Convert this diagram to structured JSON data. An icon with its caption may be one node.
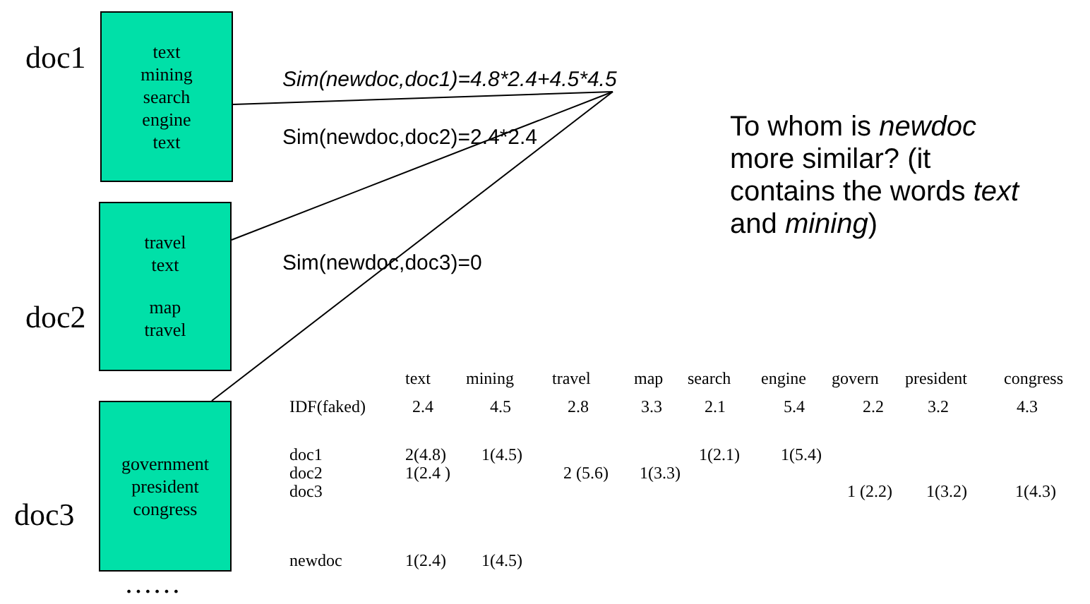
{
  "diagram": {
    "nodes": [
      {
        "text": [
          "text mining search engine text"
        ],
        "beside": [
          "doc1"
        ]
      },
      {
        "text": [
          "travel text",
          "map travel"
        ],
        "beside": [
          "doc2"
        ]
      },
      {
        "text": [
          "government president congress"
        ],
        "beside": [
          "doc3"
        ]
      },
      {
        "text": [
          "Sim(newdoc,doc1)=4.8*2.4+4.5*4.5"
        ]
      }
    ],
    "edges": [
      {
        "from": 0,
        "to": 3,
        "arrow": "none"
      },
      {
        "from": 1,
        "to": 3,
        "arrow": "none"
      },
      {
        "from": 2,
        "to": 3,
        "arrow": "none"
      }
    ],
    "labels": [
      "Sim(newdoc,doc2)=2.4*2.4",
      "Sim(newdoc,doc3)=0",
      "To whom is *newdoc* more similar? (it contains the words *text* and *mining*)",
      "text",
      "mining",
      "travel",
      "map",
      "search",
      "engine",
      "govern",
      "president",
      "congress",
      "IDF(faked)",
      "2.4",
      "4.5",
      "2.8",
      "3.3",
      "2.1",
      "5.4",
      "2.2",
      "3.2",
      "4.3",
      "doc1",
      "2(4.8)",
      "1(4.5)",
      "1(2.1)",
      "1(5.4)",
      "doc2",
      "1(2.4 )",
      "2 (5.6)",
      "1(3.3)",
      "doc3",
      "1 (2.2)",
      "1(3.2)",
      "1(4.3)",
      "newdoc",
      "1(2.4)",
      "1(4.5)",
      "……"
    ]
  }
}
